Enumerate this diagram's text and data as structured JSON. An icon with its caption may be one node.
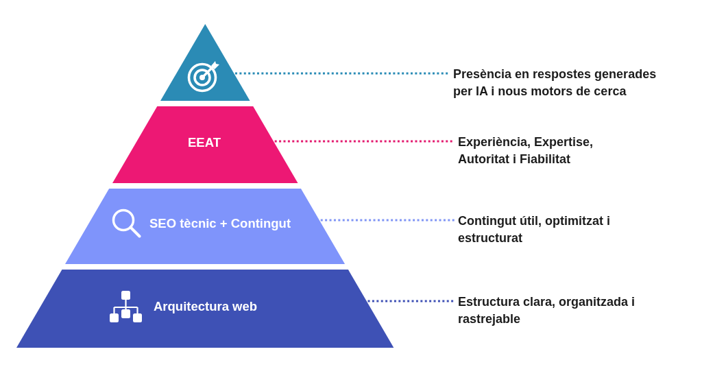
{
  "diagram": {
    "nodes": [
      {
        "text": [],
        "shape": "triangle"
      },
      {
        "text": [
          "Presència en respostes generades per IA i nous motors de cerca"
        ]
      },
      {
        "text": [
          "EEAT"
        ]
      },
      {
        "text": [
          "Experiència, Expertise, Autoritat i Fiabilitat"
        ]
      },
      {
        "text": [
          "SEO tècnic + Contingut"
        ]
      },
      {
        "text": [
          "Contingut útil, optimitzat i estructurat"
        ]
      },
      {
        "text": [
          "Arquitectura web"
        ]
      },
      {
        "text": [
          "Estructura clara, organitzada i rastrejable"
        ]
      }
    ],
    "edges": [
      {
        "from": 0,
        "to": 1,
        "arrow": "none",
        "style": "dashed",
        "color": "#2a8cb6"
      },
      {
        "from": 2,
        "to": 3,
        "arrow": "none",
        "style": "dashed",
        "color": "#e31a6f"
      },
      {
        "from": 4,
        "to": 5,
        "arrow": "none",
        "style": "dashed",
        "color": "#8095f5"
      },
      {
        "from": 6,
        "to": 7,
        "arrow": "none",
        "style": "dashed",
        "color": "#3f51b5"
      }
    ]
  }
}
